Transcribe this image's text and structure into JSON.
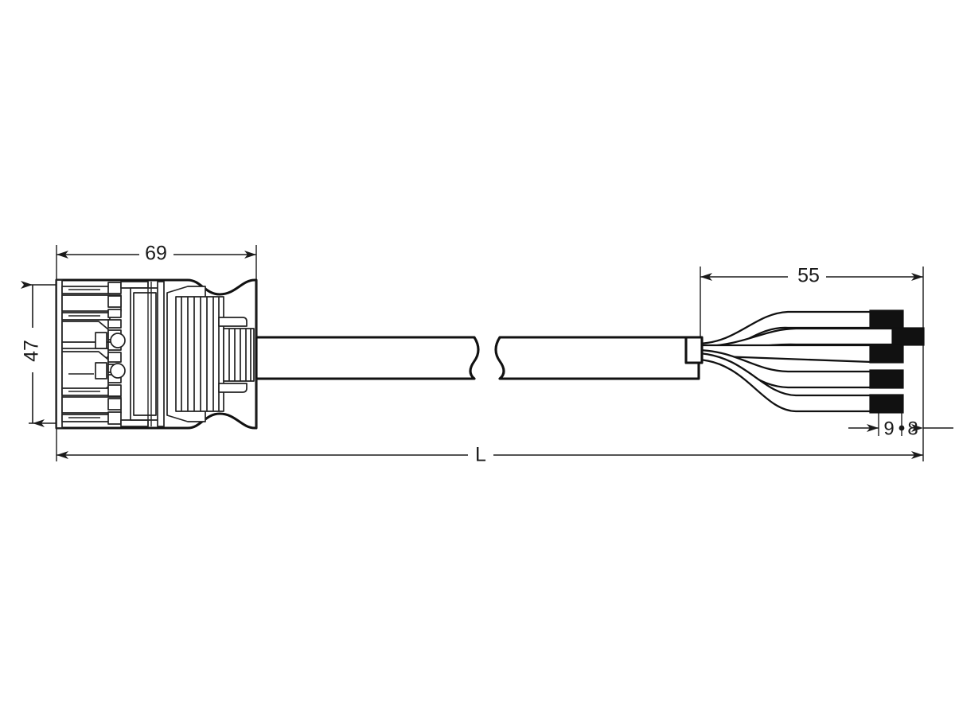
{
  "drawing": {
    "type": "technical-line-drawing",
    "subject": "5-pole pluggable connector with cable and ferruled wire ends",
    "background_color": "#ffffff",
    "line_color": "#111111",
    "units": "mm"
  },
  "dimensions": {
    "connector_length": {
      "label": "69",
      "name": "connector-body-length",
      "orientation": "horizontal",
      "position": "top-left"
    },
    "connector_height": {
      "label": "47",
      "name": "connector-body-height",
      "orientation": "vertical-rotated",
      "position": "left"
    },
    "fanout_length": {
      "label": "55",
      "name": "wire-fanout-length",
      "orientation": "horizontal",
      "position": "top-right"
    },
    "strip_length": {
      "label": "9",
      "name": "ferrule-strip-length",
      "orientation": "horizontal",
      "position": "bottom-right"
    },
    "ferrule_length": {
      "label": "8",
      "name": "ferrule-tip-length",
      "orientation": "horizontal",
      "position": "bottom-right"
    },
    "total_length": {
      "label": "L",
      "name": "overall-cable-length",
      "orientation": "horizontal",
      "position": "bottom"
    }
  },
  "parts": {
    "connector": {
      "name": "connector-housing",
      "pole_count": 5,
      "feature_labels": [
        "terminal-slots",
        "locking-latch-holes",
        "strain-relief-ribs",
        "side-clips"
      ]
    },
    "cable": {
      "name": "cable-sheath",
      "break_symbol": "s-curve-break"
    },
    "wires": {
      "name": "wire-bundle",
      "count": 5,
      "tip": "black-ferrule"
    }
  }
}
